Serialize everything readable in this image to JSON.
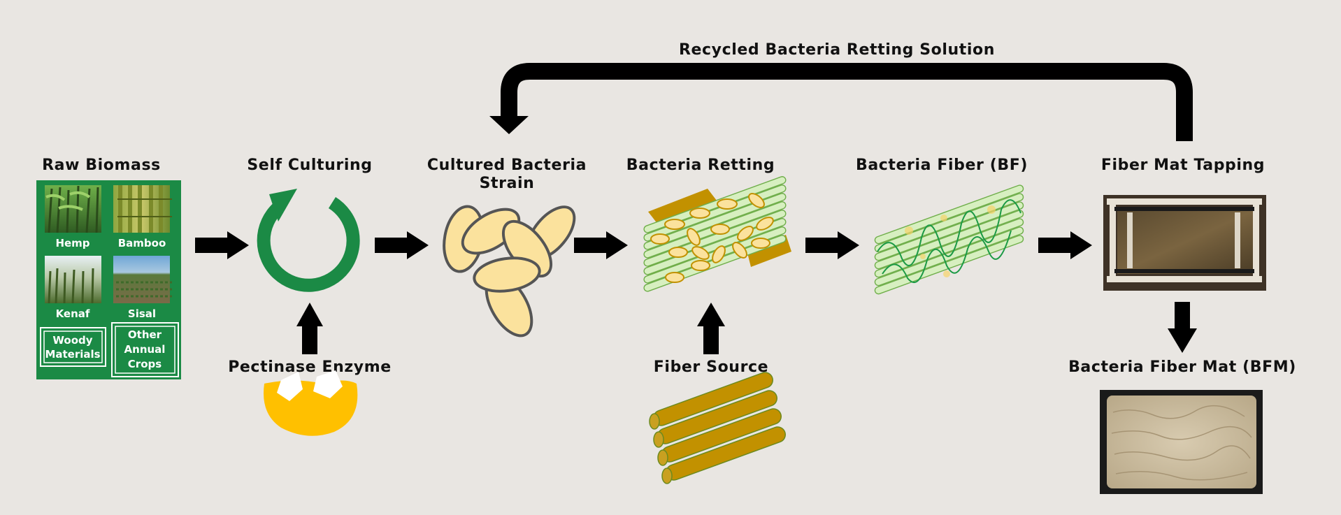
{
  "stages": {
    "raw_biomass": "Raw Biomass",
    "self_culturing": "Self Culturing",
    "cultured_bacteria_line1": "Cultured Bacteria",
    "cultured_bacteria_line2": "Strain",
    "bacteria_retting": "Bacteria Retting",
    "bacteria_fiber": "Bacteria Fiber (BF)",
    "fiber_mat_tapping": "Fiber Mat Tapping",
    "pectinase_enzyme": "Pectinase Enzyme",
    "fiber_source": "Fiber Source",
    "bacteria_fiber_mat": "Bacteria Fiber Mat (BFM)",
    "recycled_solution": "Recycled Bacteria Retting Solution"
  },
  "biomass_panel": {
    "tiles": [
      "Hemp",
      "Bamboo",
      "Kenaf",
      "Sisal"
    ],
    "woody": [
      "Woody",
      "Materials"
    ],
    "other": [
      "Other",
      "Annual",
      "Crops"
    ]
  },
  "colors": {
    "background": "#e9e6e2",
    "green": "#1b8a45",
    "bacteria_fill": "#fbe29d",
    "fiber_brown": "#c29100",
    "enzyme_yellow": "#ffc000",
    "arrow": "#000000"
  }
}
